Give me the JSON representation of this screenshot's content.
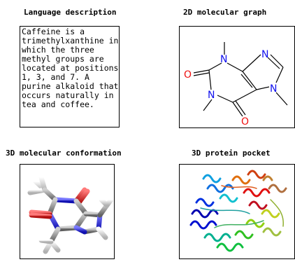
{
  "panels": {
    "language": {
      "title": "Language description",
      "lines": [
        "Caffeine is a",
        "trimethylxanthine in",
        "which the three",
        "methyl groups are",
        "located at positions",
        "1, 3, and 7. A",
        "purine alkaloid that",
        "occurs naturally in",
        "tea and coffee."
      ]
    },
    "graph2d": {
      "title": "2D molecular graph",
      "atoms": {
        "n1": "N",
        "n2": "N",
        "n3": "N",
        "n4": "N",
        "o1": "O",
        "o2": "O"
      }
    },
    "conf3d": {
      "title": "3D molecular conformation"
    },
    "pocket3d": {
      "title": "3D protein pocket"
    }
  },
  "colors": {
    "nitrogen": "#1010ee",
    "oxygen": "#ee1010",
    "carbon": "#808080",
    "hydrogen": "#e8e8e8"
  }
}
